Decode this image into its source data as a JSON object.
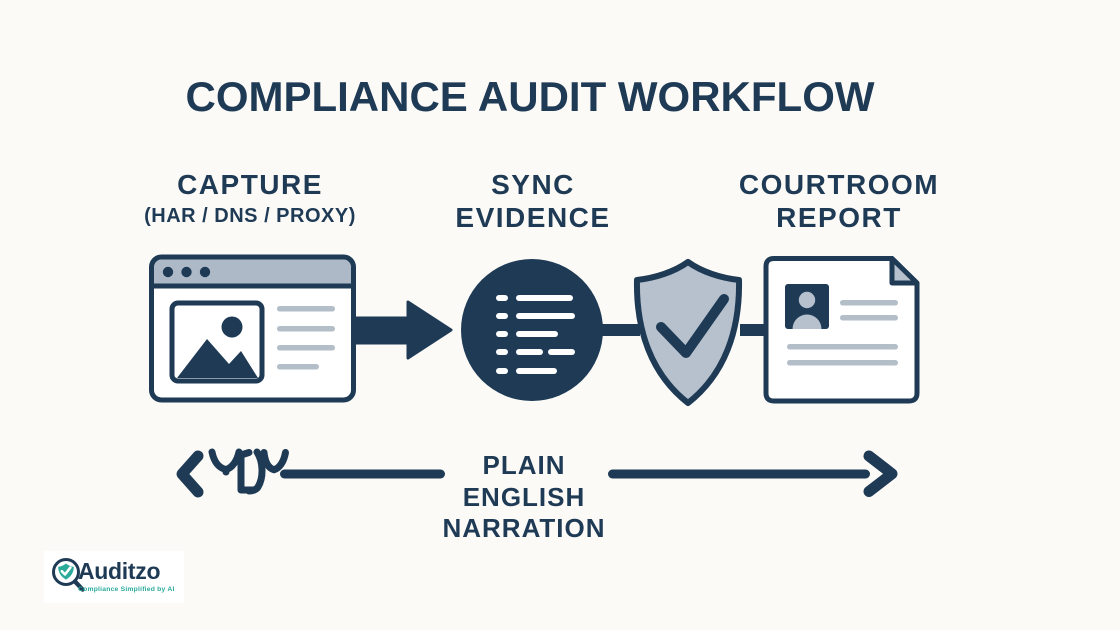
{
  "title": "COMPLIANCE AUDIT WORKFLOW",
  "stages": [
    {
      "name": "capture",
      "label": "CAPTURE",
      "sublabel": "(HAR / DNS / PROXY)"
    },
    {
      "name": "sync-evidence",
      "label": "SYNC",
      "sublabel": "EVIDENCE"
    },
    {
      "name": "courtroom-report",
      "label": "COURTROOM",
      "sublabel": "REPORT"
    }
  ],
  "narration": {
    "lines": [
      "PLAIN",
      "ENGLISH",
      "NARRATION"
    ]
  },
  "logo": {
    "brand": "Auditzo",
    "tagline": "Compliance Simplified by AI"
  },
  "icons": {
    "browser-window-icon": "webpage capture with image placeholder and text lines",
    "flow-arrow-icon": "solid right arrow",
    "evidence-log-icon": "dark circle with white list lines",
    "shield-check-icon": "gray shield with navy checkmark",
    "report-document-icon": "document with folded corner, avatar and text lines",
    "chevron-left-icon": "left chevron of bottom timeline",
    "scribble-glyphs-icon": "decorative gibberish glyphs on timeline",
    "narration-arrow-icon": "right arrow of bottom timeline",
    "logo-magnifier-shield-icon": "magnifying glass over teal shield with check"
  },
  "colors": {
    "navy": "#1e3a55",
    "slate": "#aeb9c7",
    "gray": "#b7c1cd",
    "linegray": "#b3bec9",
    "teal": "#2aab9a",
    "bg": "#fbfaf7",
    "white": "#ffffff"
  }
}
